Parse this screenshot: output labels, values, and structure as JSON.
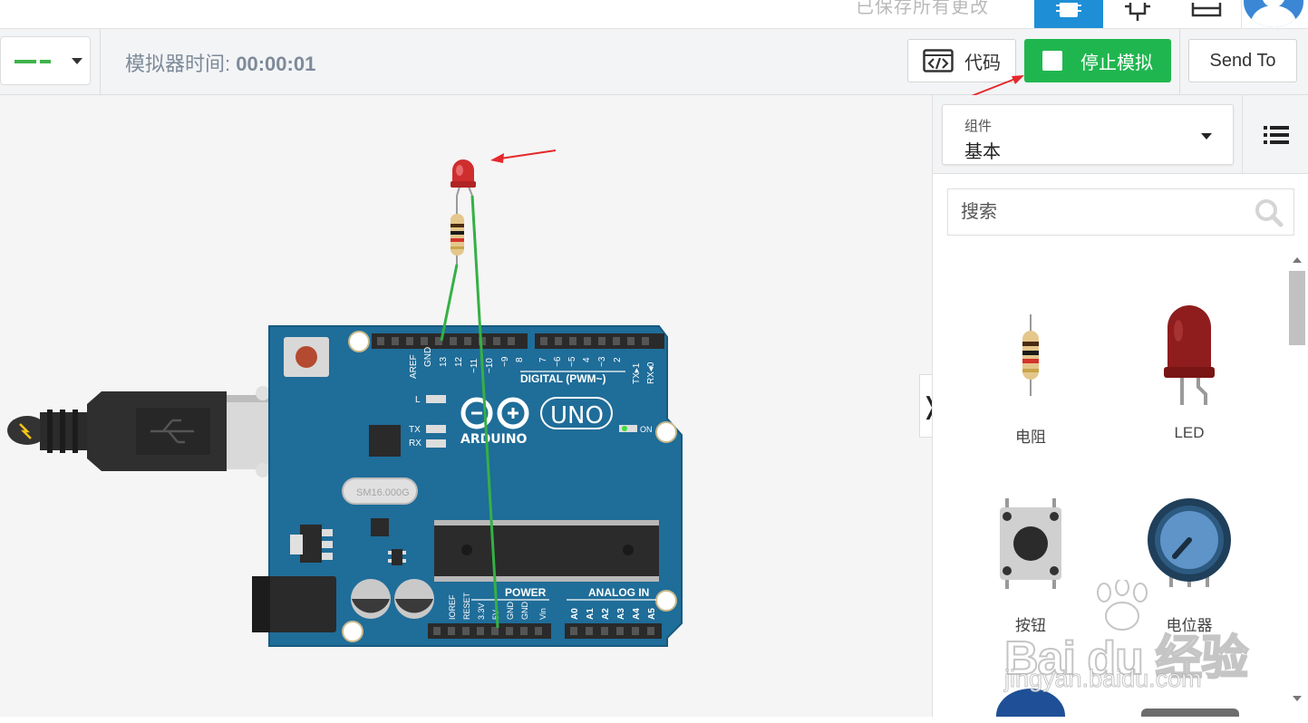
{
  "topbar": {
    "saved_text": "已保存所有更改",
    "views": [
      {
        "name": "circuit-view",
        "active": true
      },
      {
        "name": "schematic-view",
        "active": false
      },
      {
        "name": "component-list-view",
        "active": false
      }
    ]
  },
  "toolbar": {
    "sim_time_label": "模拟器时间:",
    "sim_time_value": "00:00:01",
    "code_label": "代码",
    "stop_label": "停止模拟",
    "send_label": "Send To",
    "wire_color": "#3fb34a",
    "stop_color": "#20b64f"
  },
  "canvas": {
    "board": {
      "brand": "ARDUINO",
      "model": "UNO",
      "digital_label": "DIGITAL (PWM~)",
      "power_label": "POWER",
      "analog_label": "ANALOG IN",
      "crystal_label": "SM16.000G",
      "on_label": "ON",
      "led_labels": [
        "L",
        "TX",
        "RX"
      ],
      "digital_pins": [
        "AREF",
        "GND",
        "13",
        "12",
        "~11",
        "~10",
        "~9",
        "8",
        "7",
        "~6",
        "~5",
        "4",
        "~3",
        "2",
        "TX▸1",
        "RX◂0"
      ],
      "power_pins": [
        "IOREF",
        "RESET",
        "3.3V",
        "5V",
        "GND",
        "GND",
        "Vin"
      ],
      "analog_pins": [
        "A0",
        "A1",
        "A2",
        "A3",
        "A4",
        "A5"
      ]
    }
  },
  "panel": {
    "components_label": "组件",
    "components_value": "基本",
    "search_placeholder": "搜索",
    "items": [
      {
        "label": "电阻"
      },
      {
        "label": "LED"
      },
      {
        "label": "按钮"
      },
      {
        "label": "电位器"
      }
    ]
  },
  "watermark": {
    "text": "Bai du 经验",
    "url": "jingyan.baidu.com"
  }
}
